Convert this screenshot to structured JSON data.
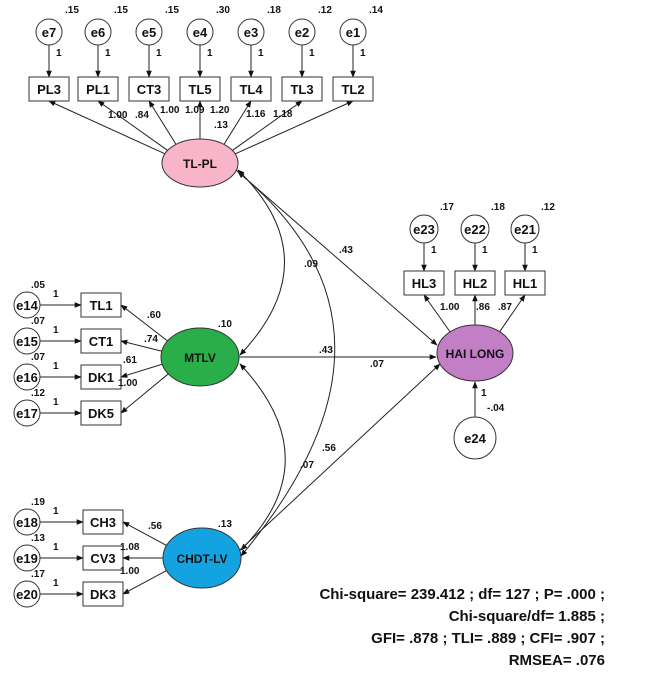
{
  "latents": [
    {
      "name": "TL-PL",
      "color": "#f8b4c8",
      "variance": ""
    },
    {
      "name": "MTLV",
      "color": "#2aae4a",
      "variance": ".10"
    },
    {
      "name": "CHDT-LV",
      "color": "#12a3e0",
      "variance": ".13"
    },
    {
      "name": "HAI LONG",
      "color": "#c37fc6",
      "variance": ""
    }
  ],
  "indicators": [
    {
      "name": "PL3",
      "error": "e7",
      "error_var": ".15",
      "fixed": "1"
    },
    {
      "name": "PL1",
      "error": "e6",
      "error_var": ".15",
      "fixed": "1"
    },
    {
      "name": "CT3",
      "error": "e5",
      "error_var": ".15",
      "fixed": "1"
    },
    {
      "name": "TL5",
      "error": "e4",
      "error_var": ".30",
      "fixed": "1"
    },
    {
      "name": "TL4",
      "error": "e3",
      "error_var": ".18",
      "fixed": "1"
    },
    {
      "name": "TL3",
      "error": "e2",
      "error_var": ".12",
      "fixed": "1"
    },
    {
      "name": "TL2",
      "error": "e1",
      "error_var": ".14",
      "fixed": "1"
    },
    {
      "name": "TL1",
      "error": "e14",
      "error_var": ".05",
      "fixed": "1"
    },
    {
      "name": "CT1",
      "error": "e15",
      "error_var": ".07",
      "fixed": "1"
    },
    {
      "name": "DK1",
      "error": "e16",
      "error_var": ".07",
      "fixed": "1"
    },
    {
      "name": "DK5",
      "error": "e17",
      "error_var": ".12",
      "fixed": "1"
    },
    {
      "name": "CH3",
      "error": "e18",
      "error_var": ".19",
      "fixed": "1"
    },
    {
      "name": "CV3",
      "error": "e19",
      "error_var": ".13",
      "fixed": "1"
    },
    {
      "name": "DK3",
      "error": "e20",
      "error_var": ".17",
      "fixed": "1"
    },
    {
      "name": "HL3",
      "error": "e23",
      "error_var": ".17",
      "fixed": "1"
    },
    {
      "name": "HL2",
      "error": "e22",
      "error_var": ".18",
      "fixed": "1"
    },
    {
      "name": "HL1",
      "error": "e21",
      "error_var": ".12",
      "fixed": "1"
    }
  ],
  "loading_labels": [
    "1.00",
    ".84",
    "1.00",
    "1.09",
    "1.20",
    ".13",
    "1.16",
    "1.18",
    ".60",
    ".74",
    ".61",
    "1.00",
    ".56",
    "1.08",
    "1.00",
    "1.00",
    ".86",
    ".87"
  ],
  "path_labels": [
    ".09",
    ".43",
    ".43",
    ".07",
    ".56",
    ".07"
  ],
  "disturbance": {
    "name": "e24",
    "variance": "-.04",
    "fixed": "1"
  },
  "fit_stats": [
    "Chi-square= 239.412 ; df= 127 ; P= .000 ;",
    "Chi-square/df= 1.885 ;",
    "GFI= .878 ; TLI= .889 ; CFI= .907 ;",
    "RMSEA= .076"
  ]
}
